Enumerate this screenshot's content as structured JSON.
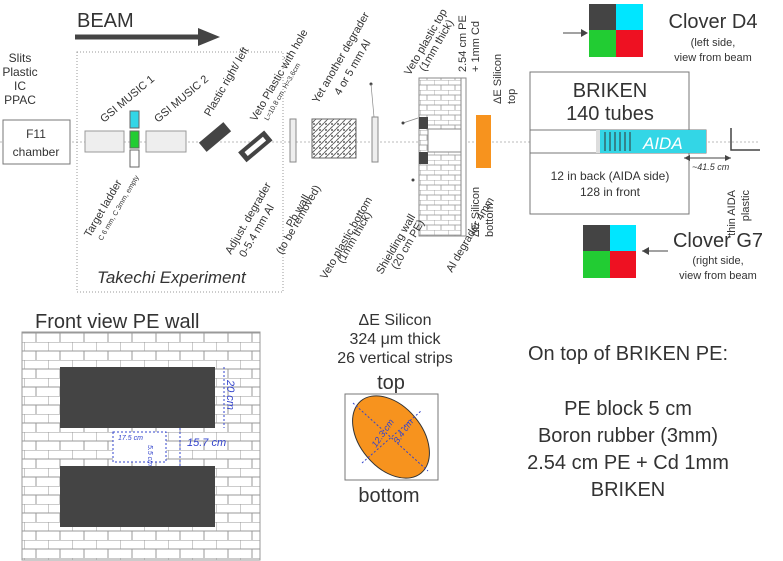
{
  "beam": {
    "label": "BEAM"
  },
  "left_stack": [
    "Slits",
    "Plastic",
    "IC",
    "PPAC"
  ],
  "f11": {
    "line1": "F11",
    "line2": "chamber"
  },
  "music1": "GSI MUSIC 1",
  "music2": "GSI MUSIC 2",
  "target_ladder": {
    "line1": "Target ladder",
    "line2": "C 6 mm, C 3mm, empty"
  },
  "plastic_rl": "Plastic right/ left",
  "veto_hole": {
    "line1": "Veto Plastic with hole",
    "line2": "L=10.8 cm, H=3.6cm"
  },
  "adjust_degrader": {
    "line1": "Adjust. degrader",
    "line2": "0-5.4 mm Al"
  },
  "pb_wall": {
    "line1": "Pb wall",
    "line2": "(to be removed)"
  },
  "another_degrader": {
    "line1": "Yet another degrader",
    "line2": "4 or 5 mm Al"
  },
  "veto_top": {
    "line1": "Veto plastic top",
    "line2": "(1mm thick)"
  },
  "veto_bottom": {
    "line1": "Veto plastic bottom",
    "line2": "(1mm thick)"
  },
  "shielding_wall": {
    "line1": "Shielding wall",
    "line2": "(20 cm PE)"
  },
  "pe_cd": {
    "line1": "2.54 cm PE",
    "line2": "+ 1mm Cd"
  },
  "de_top": {
    "line1": "ΔE Silicon",
    "line2": "top"
  },
  "de_bottom": {
    "line1": "ΔE Silicon",
    "line2": "bottom"
  },
  "al_degrader": "Al degrader 4mm",
  "takechi": "Takechi Experiment",
  "briken": {
    "title": "BRIKEN",
    "subtitle": "140 tubes",
    "aida": "AIDA",
    "back": "12 in back (AIDA side)",
    "front": "128 in front"
  },
  "dist_label": "~41.5 cm",
  "thin_aida": {
    "line1": "thin AIDA",
    "line2": "plastic"
  },
  "clover_d4": {
    "title": "Clover D4",
    "line1": "(left side,",
    "line2": "view from beam"
  },
  "clover_g7": {
    "title": "Clover G7",
    "line1": "(right side,",
    "line2": "view from beam"
  },
  "clover_colors": {
    "dark": "#444444",
    "cyan": "#00e6ff",
    "green": "#22cc33",
    "red": "#ee1122"
  },
  "front_view": {
    "title": "Front view PE wall",
    "dim_20": "20 cm",
    "dim_157": "15.7 cm",
    "dim_175": "17.5 cm",
    "dim_55": "5.5 cm"
  },
  "de_silicon": {
    "line1": "ΔE Silicon",
    "line2": "324 μm thick",
    "line3": "26 vertical strips",
    "top": "top",
    "bottom": "bottom",
    "dim_a": "12.3 cm",
    "dim_b": "3.4 cm"
  },
  "on_top": {
    "title": "On top of BRIKEN PE:",
    "l1": "PE block 5 cm",
    "l2": "Boron rubber (3mm)",
    "l3": "2.54 cm PE + Cd 1mm",
    "l4": "BRIKEN"
  },
  "colors": {
    "orange": "#f7931e",
    "aida_cyan": "#33d6e6",
    "dark": "#444444"
  }
}
